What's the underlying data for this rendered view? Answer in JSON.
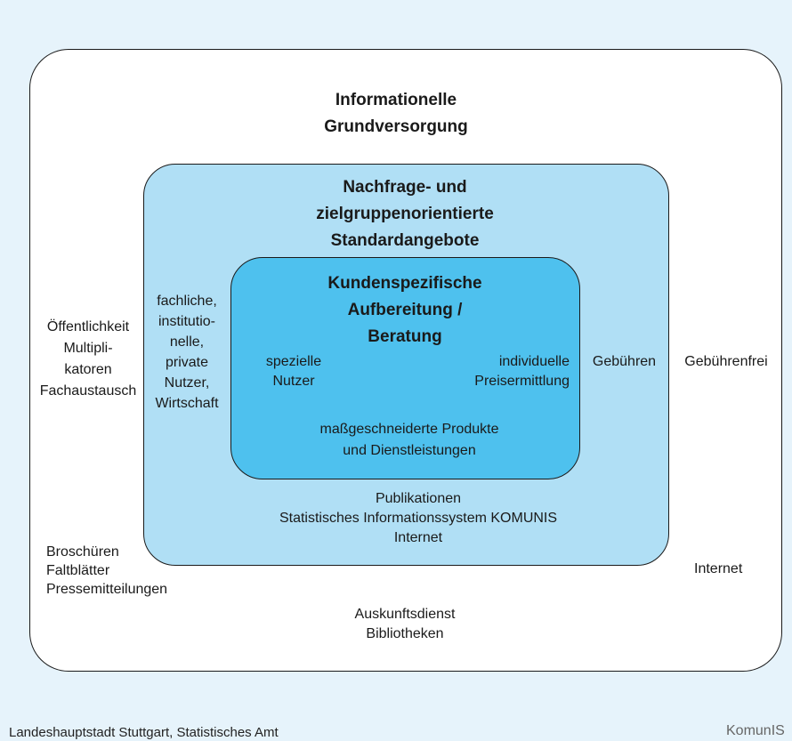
{
  "diagram": {
    "outer": {
      "title": "Informationelle\nGrundversorgung",
      "left_label": "Öffentlichkeit\nMultipli-\nkatoren\nFachaustausch",
      "right_label": "Gebührenfrei",
      "bottom_left": "Broschüren\nFaltblätter\nPressemitteilungen",
      "bottom_center": "Auskunftsdienst\nBibliotheken",
      "bottom_right": "Internet"
    },
    "middle": {
      "title": "Nachfrage- und\nzielgruppenorientierte\nStandardangebote",
      "left_label": "fachliche,\ninstitutio-\nnelle,\nprivate\nNutzer,\nWirtschaft",
      "right_label": "Gebühren",
      "bottom": "Publikationen\nStatistisches Informationssystem KOMUNIS\nInternet"
    },
    "inner": {
      "title": "Kundenspezifische\nAufbereitung /\nBeratung",
      "left_label": "spezielle\nNutzer",
      "right_label": "individuelle\nPreisermittlung",
      "bottom": "maßgeschneiderte Produkte\nund Dienstleistungen"
    }
  },
  "footer": {
    "source": "Landeshauptstadt Stuttgart, Statistisches Amt",
    "logo": "KomunIS"
  },
  "colors": {
    "background": "#e6f3fb",
    "outer_fill": "#ffffff",
    "middle_fill": "#b0dff5",
    "inner_fill": "#4ec1ee"
  }
}
